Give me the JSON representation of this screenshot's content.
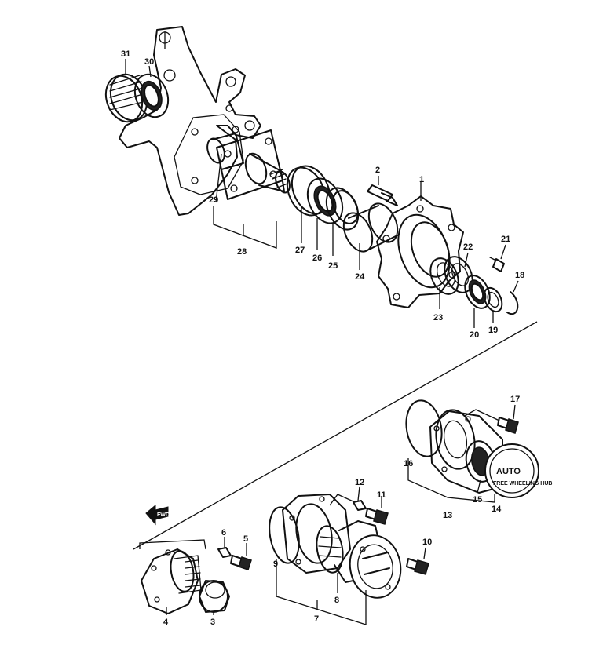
{
  "diagram": {
    "part_numbers": [
      "1",
      "2",
      "3",
      "4",
      "5",
      "6",
      "7",
      "8",
      "9",
      "10",
      "11",
      "12",
      "13",
      "14",
      "15",
      "16",
      "17",
      "18",
      "19",
      "20",
      "21",
      "22",
      "23",
      "24",
      "25",
      "26",
      "27",
      "28",
      "29",
      "30",
      "31"
    ],
    "hub_cap_text": [
      "AUTO",
      "FREE WHEELING HUB"
    ],
    "fwd_arrow_text": "FWD"
  }
}
